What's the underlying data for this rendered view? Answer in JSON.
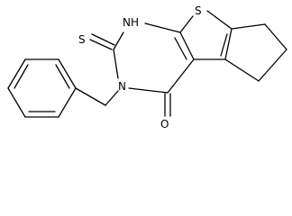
{
  "atoms": {
    "nh": "NH",
    "s_thiophene": "S",
    "s_thione": "S",
    "n_benzyl": "N",
    "o_carbonyl": "O"
  }
}
